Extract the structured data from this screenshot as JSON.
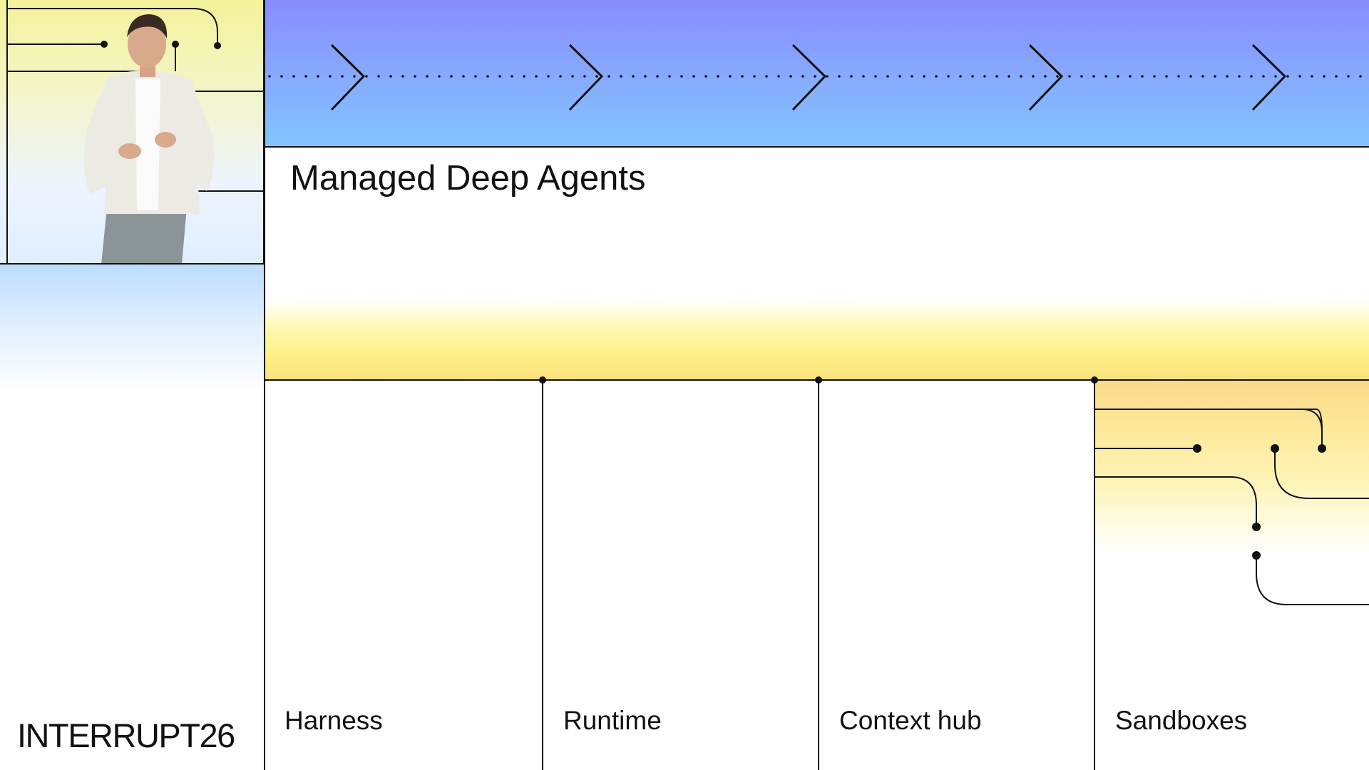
{
  "slide": {
    "title": "Managed Deep Agents",
    "columns": [
      {
        "label": "Harness"
      },
      {
        "label": "Runtime"
      },
      {
        "label": "Context hub"
      },
      {
        "label": "Sandboxes"
      }
    ]
  },
  "branding": {
    "event_logo": "INTERRUPT26"
  },
  "colors": {
    "band_top": "#8a8cff",
    "band_bottom": "#84c4ff",
    "glow_yellow": "#fdf086",
    "line": "#111111"
  },
  "icons": {
    "arrow_chevron": "chevron-right-icon",
    "circuit_lines": "circuit-trace-icon"
  }
}
